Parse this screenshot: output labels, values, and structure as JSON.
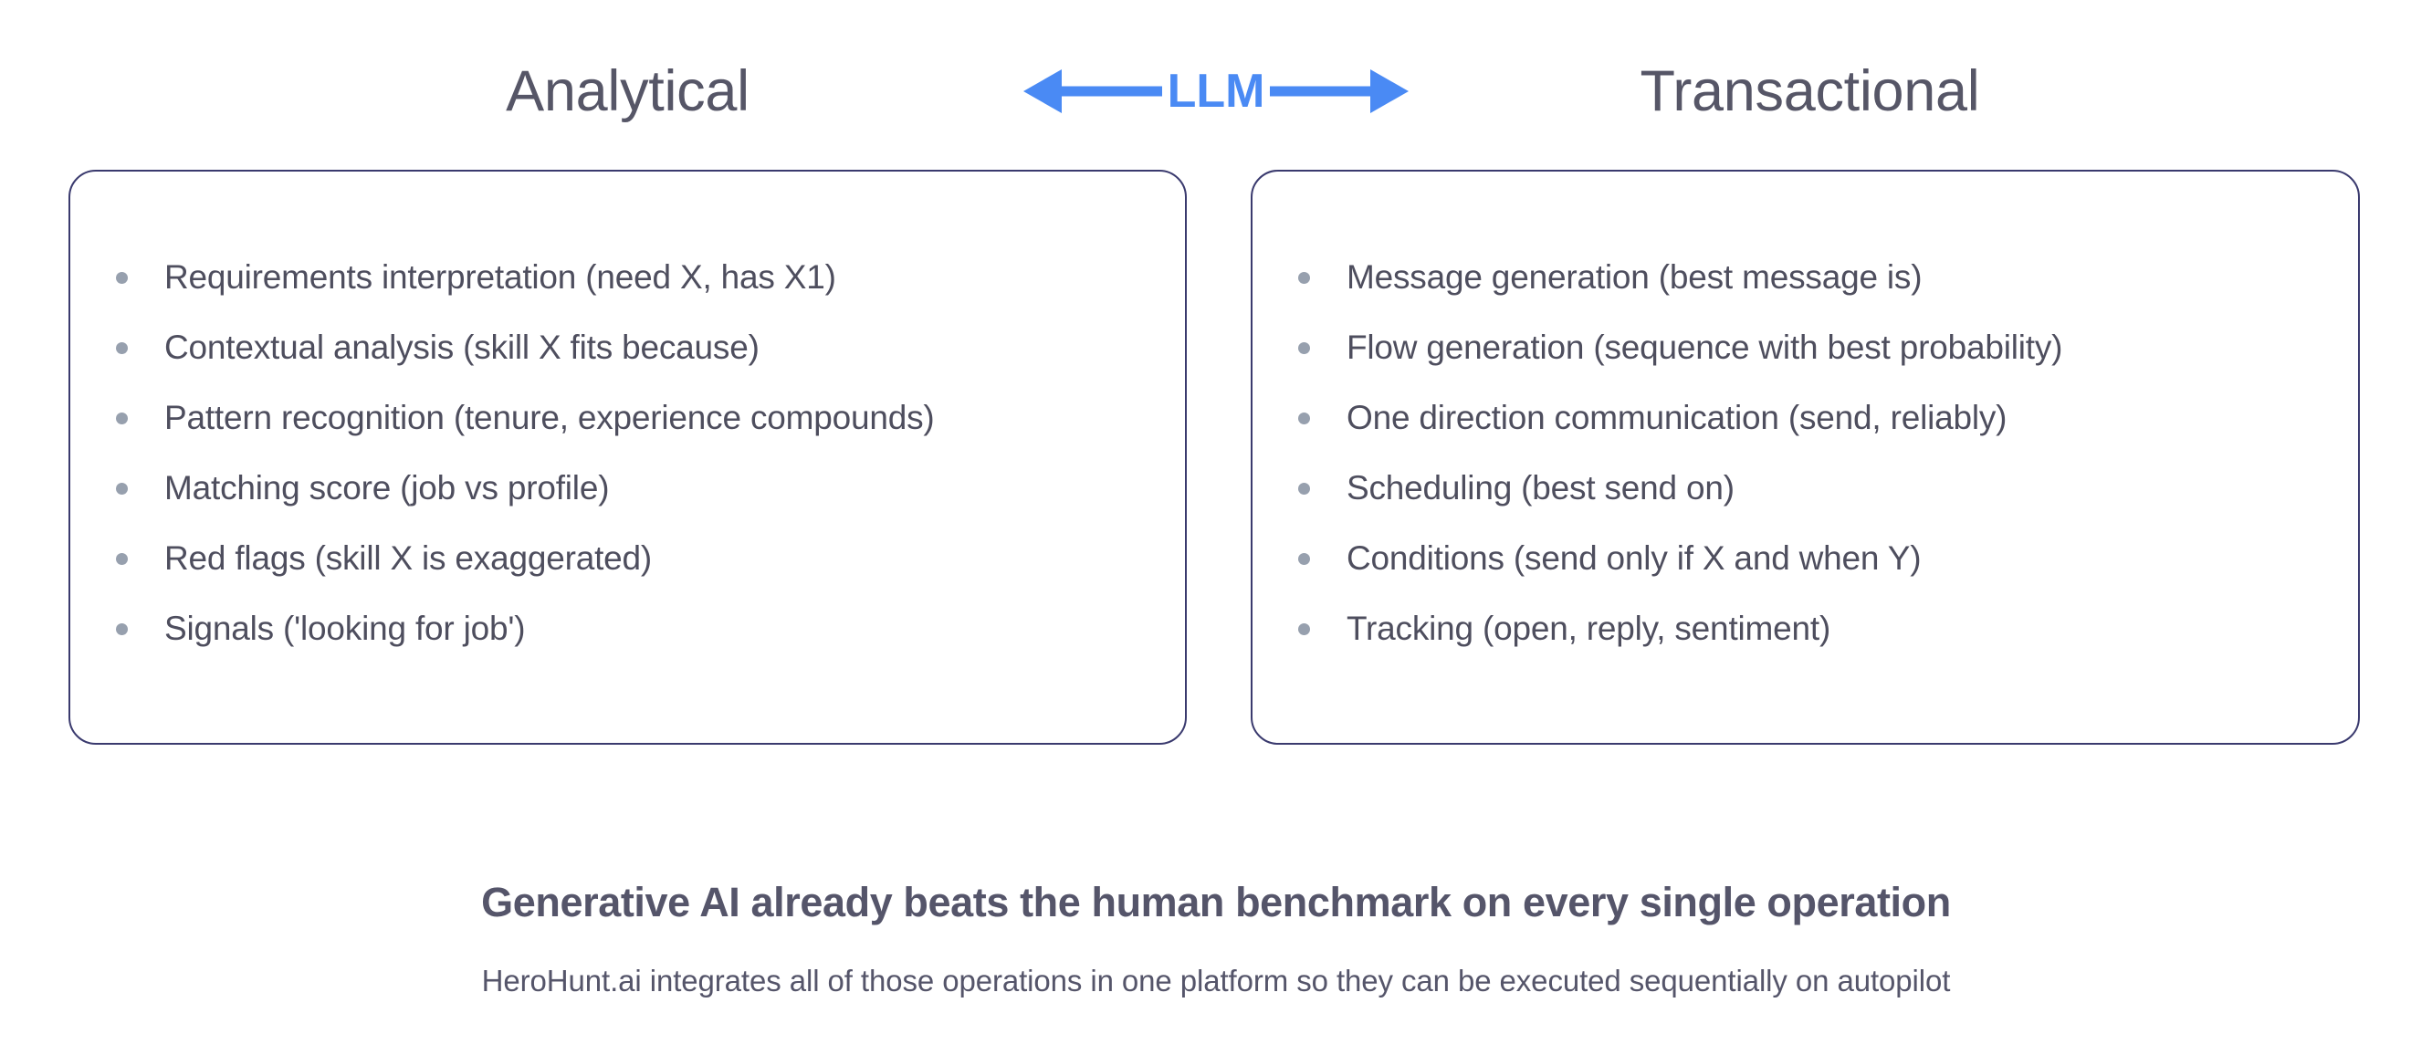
{
  "columns": {
    "left_title": "Analytical",
    "right_title": "Transactional"
  },
  "center_arrow": {
    "label": "LLM",
    "left_arrow_icon": "arrow-left-icon",
    "right_arrow_icon": "arrow-right-icon",
    "color": "#4A8AF4"
  },
  "left_card": {
    "items": [
      "Requirements interpretation (need X, has X1)",
      "Contextual analysis (skill X fits because)",
      "Pattern recognition (tenure, experience compounds)",
      "Matching score (job vs profile)",
      "Red flags (skill X is exaggerated)",
      "Signals ('looking for job')"
    ]
  },
  "right_card": {
    "items": [
      "Message generation (best message is)",
      "Flow generation (sequence with best probability)",
      "One direction communication (send, reliably)",
      "Scheduling (best send on)",
      "Conditions (send only if X and when Y)",
      "Tracking (open, reply, sentiment)"
    ]
  },
  "footer": {
    "headline": "Generative AI already beats the human benchmark on every single operation",
    "subtitle": "HeroHunt.ai integrates all of those operations in one platform so they can be executed sequentially on autopilot"
  },
  "colors": {
    "card_border": "#3a3a6e",
    "body_text": "#4e4e5e",
    "heading_text": "#565667",
    "bullet_dot": "#97a0ae",
    "accent_blue": "#4A8AF4",
    "background": "#ffffff"
  }
}
